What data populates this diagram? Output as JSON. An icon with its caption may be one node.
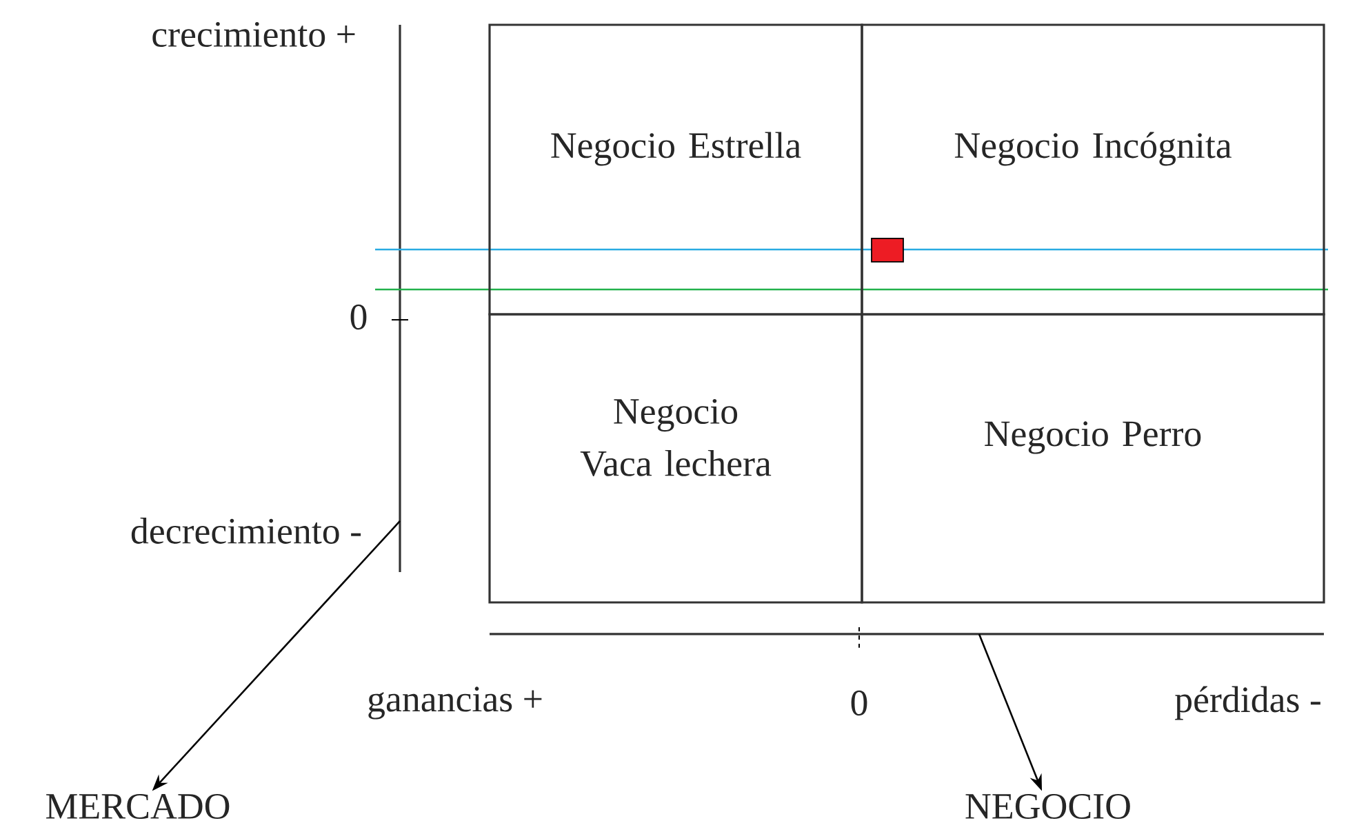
{
  "diagram": {
    "nodes": [
      {
        "text": [
          "Negocio Estrella"
        ]
      },
      {
        "text": [
          "Negocio Incógnita"
        ]
      },
      {
        "text": [
          "Negocio Vaca lechera"
        ]
      },
      {
        "text": [
          "Negocio Perro"
        ]
      },
      {
        "text": [
          "MERCADO"
        ]
      },
      {
        "text": [
          "NEGOCIO"
        ]
      }
    ],
    "edges": [
      {
        "from": null,
        "to": 4,
        "arrow": "to"
      },
      {
        "from": null,
        "to": 5,
        "arrow": "to"
      }
    ],
    "labels": [
      "crecimiento +",
      "0",
      "decrecimiento -",
      "ganancias +",
      "0",
      "pérdidas -"
    ]
  }
}
